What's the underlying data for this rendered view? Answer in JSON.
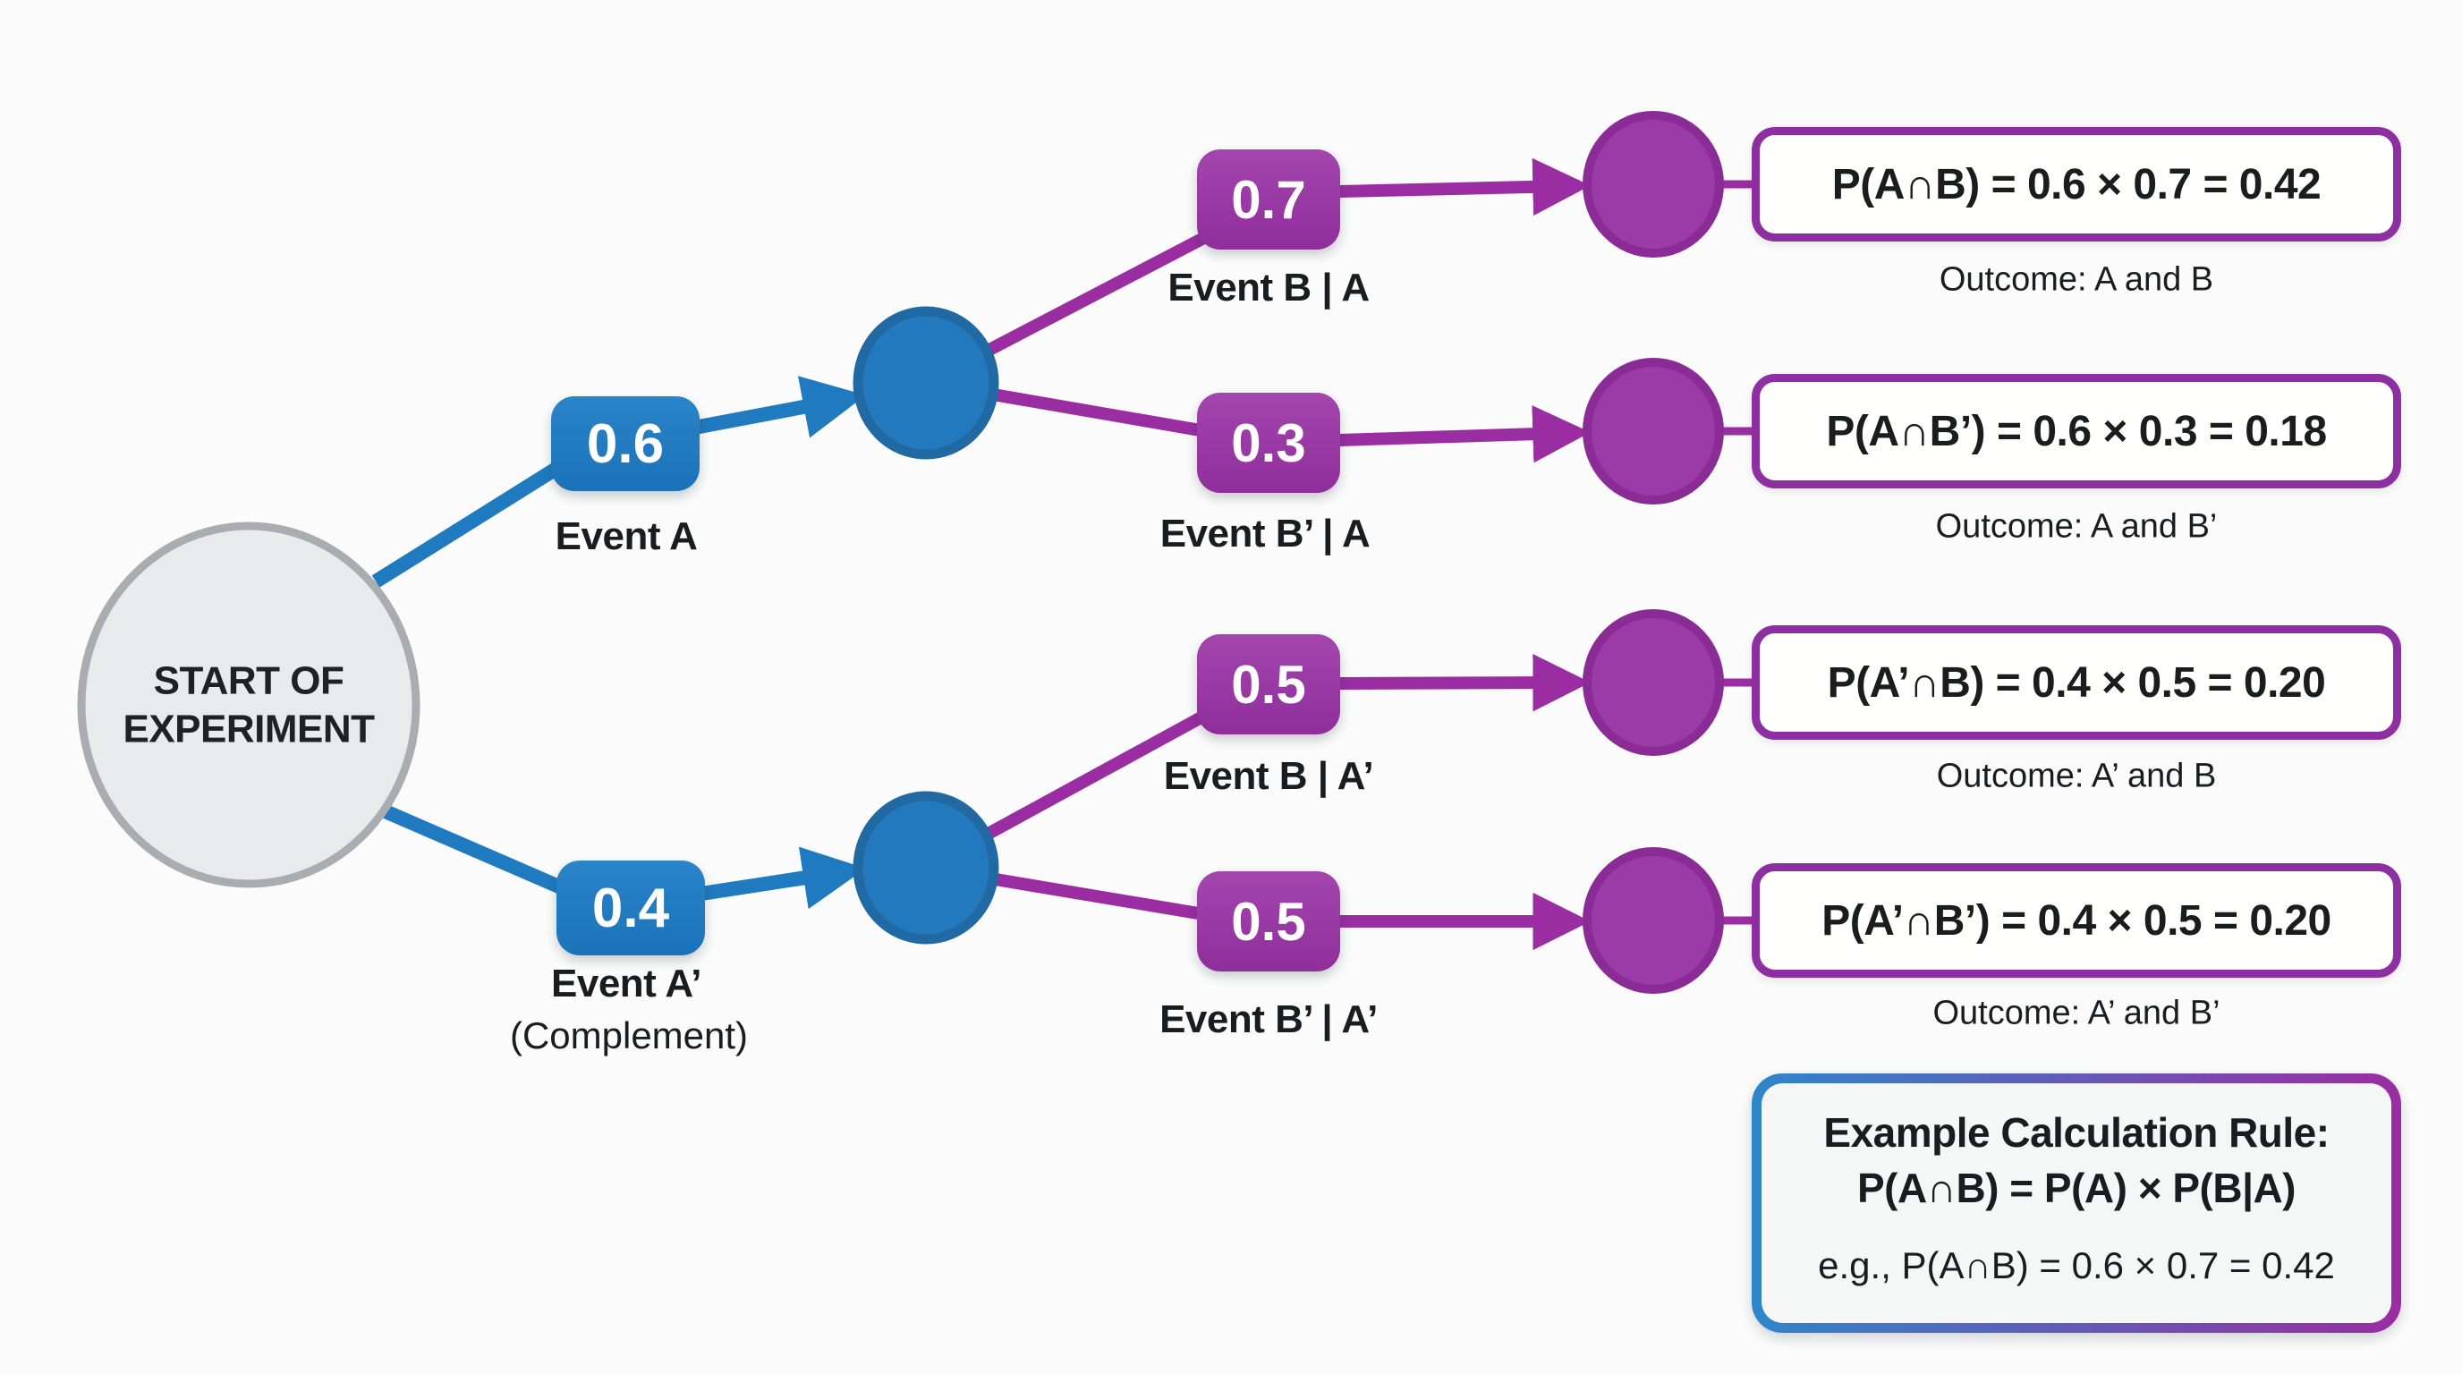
{
  "colors": {
    "bg": "#fafbfa",
    "ink": "#1b1c1e",
    "blue": "#1f7ac0",
    "blue_node": "#2379bd",
    "blue_node_ring": "#2069a2",
    "purple": "#9a2da2",
    "purple_node": "#9c3ba7",
    "purple_node_ring": "#8a2b96",
    "purple_border": "#8d2fa0",
    "rule_blue": "#2e86ca",
    "gray_fill": "#e9eaec",
    "gray_stroke": "#a9adb2"
  },
  "root_node": {
    "label": "START OF EXPERIMENT"
  },
  "level1": [
    {
      "probability": "0.6",
      "label": "Event A"
    },
    {
      "probability": "0.4",
      "label": "Event A’",
      "note": "(Complement)"
    }
  ],
  "level2": [
    {
      "probability": "0.7",
      "label": "Event B | A"
    },
    {
      "probability": "0.3",
      "label": "Event B’ | A"
    },
    {
      "probability": "0.5",
      "label": "Event B | A’"
    },
    {
      "probability": "0.5",
      "label": "Event B’ | A’"
    }
  ],
  "outcomes": [
    {
      "equation": "P(A∩B) = 0.6 × 0.7 = 0.42",
      "label": "Outcome: A and B"
    },
    {
      "equation": "P(A∩B’) = 0.6 × 0.3 = 0.18",
      "label": "Outcome: A and B’"
    },
    {
      "equation": "P(A’∩B) = 0.4 × 0.5 = 0.20",
      "label": "Outcome: A’ and B"
    },
    {
      "equation": "P(A’∩B’) = 0.4 × 0.5 = 0.20",
      "label": "Outcome: A’ and B’"
    }
  ],
  "rule_box": {
    "title": "Example Calculation Rule:",
    "formula": "P(A∩B) = P(A) × P(B|A)",
    "example": "e.g., P(A∩B) = 0.6 × 0.7 = 0.42"
  }
}
